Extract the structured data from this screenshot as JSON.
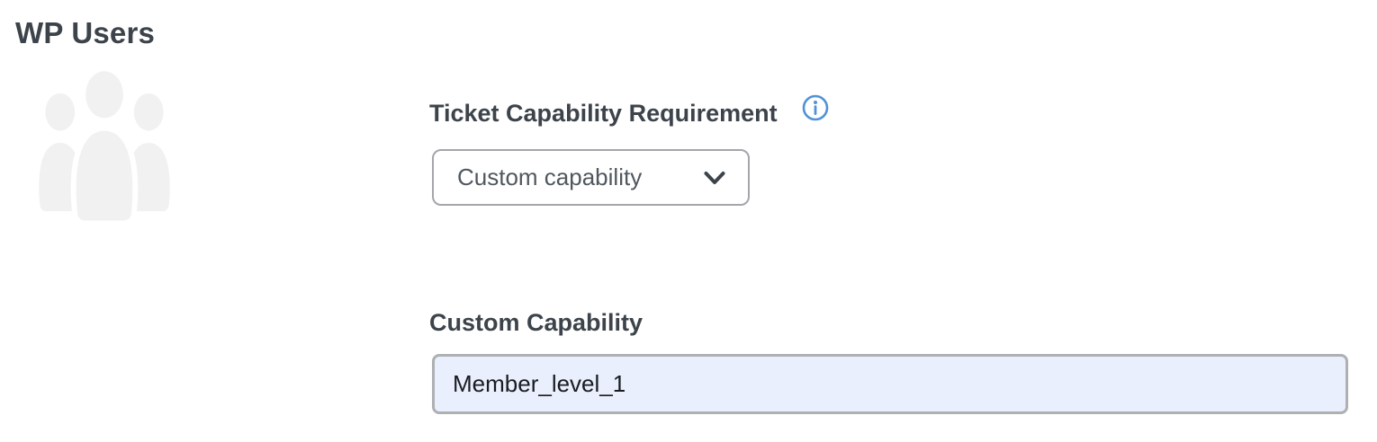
{
  "section": {
    "heading": "WP Users"
  },
  "icons": {
    "users_group": "users-group-icon",
    "info": "info-icon",
    "chevron": "chevron-down-icon"
  },
  "fields": {
    "ticket_capability": {
      "label": "Ticket Capability Requirement",
      "selected_option": "Custom capability"
    },
    "custom_capability": {
      "label": "Custom Capability",
      "value": "Member_level_1"
    }
  },
  "colors": {
    "label_text": "#3c434a",
    "select_text": "#50575e",
    "select_border": "#a4a6a9",
    "input_border": "#aeb0b3",
    "input_background": "#e9effc",
    "info_icon_blue": "#5093d7",
    "users_icon_gray": "#f1f1f2"
  }
}
